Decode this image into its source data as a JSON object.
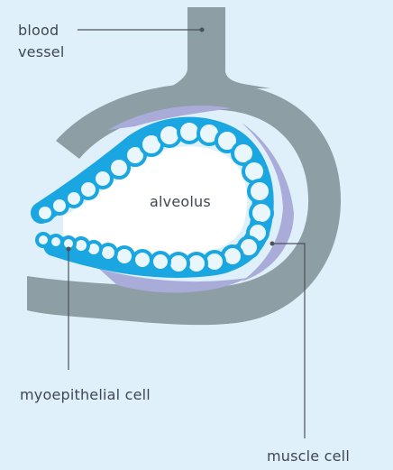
{
  "labels": {
    "blood_line1": "blood",
    "blood_line2": "vessel",
    "alveolus": "alveolus",
    "myoepithelial": "myoepithelial cell",
    "muscle": "muscle cell"
  },
  "colors": {
    "background": "#dff0fb",
    "vessel": "#8d9ea4",
    "muscle": "#a9acd9",
    "cell_ring": "#1aa6e0",
    "cell_inner": "#e9f7fd",
    "lumen": "#ffffff",
    "leader_line": "#4a5258",
    "text": "#3f4850"
  }
}
